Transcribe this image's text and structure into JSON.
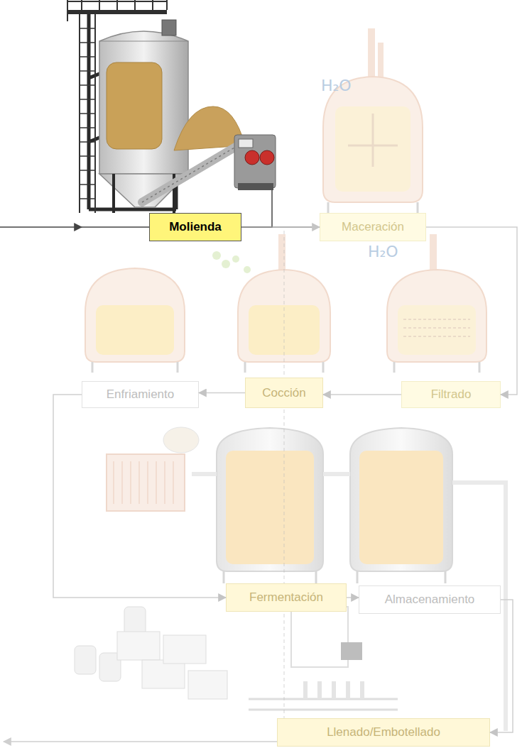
{
  "diagram": {
    "nodes": [
      {
        "text": [
          "Molienda"
        ]
      },
      {
        "text": [
          "Maceración"
        ]
      },
      {
        "text": [
          "Enfriamiento"
        ]
      },
      {
        "text": [
          "Cocción"
        ]
      },
      {
        "text": [
          "Filtrado"
        ]
      },
      {
        "text": [
          "Fermentación"
        ]
      },
      {
        "text": [
          "Almacenamiento"
        ]
      },
      {
        "text": [
          "Llenado/Embotellado"
        ]
      }
    ],
    "edges": [
      {
        "from": 0,
        "to": 1,
        "arrow": "to"
      },
      {
        "from": 1,
        "to": 4,
        "arrow": "to"
      },
      {
        "from": 4,
        "to": 3,
        "arrow": "to"
      },
      {
        "from": 3,
        "to": 2,
        "arrow": "to"
      },
      {
        "from": 2,
        "to": 5,
        "arrow": "to"
      },
      {
        "from": 5,
        "to": 6,
        "arrow": "to"
      },
      {
        "from": 6,
        "to": 7,
        "arrow": "to"
      }
    ],
    "labels": [
      "H₂O",
      "H₂O"
    ]
  }
}
